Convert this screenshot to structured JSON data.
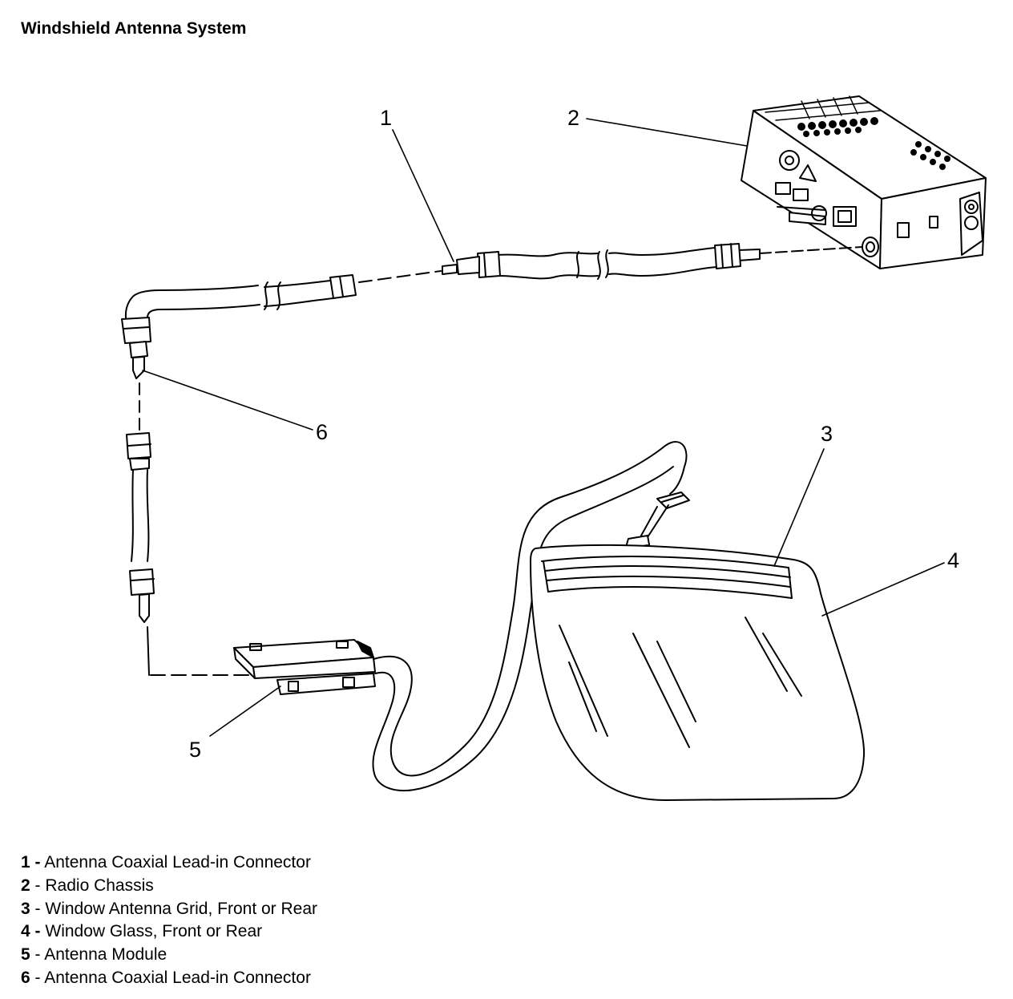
{
  "title": "Windshield Antenna System",
  "callouts": [
    "1",
    "2",
    "3",
    "4",
    "5",
    "6"
  ],
  "legend": [
    {
      "number": "1",
      "separator": "-",
      "text": "Antenna Coaxial Lead-in Connector"
    },
    {
      "number": "2",
      "separator": "-",
      "text": "Radio Chassis"
    },
    {
      "number": "3",
      "separator": "-",
      "text": "Window Antenna Grid, Front or Rear"
    },
    {
      "number": "4",
      "separator": "-",
      "text": "Window Glass, Front or Rear"
    },
    {
      "number": "5",
      "separator": "-",
      "text": "Antenna Module"
    },
    {
      "number": "6",
      "separator": "-",
      "text": "Antenna Coaxial Lead-in Connector"
    }
  ]
}
